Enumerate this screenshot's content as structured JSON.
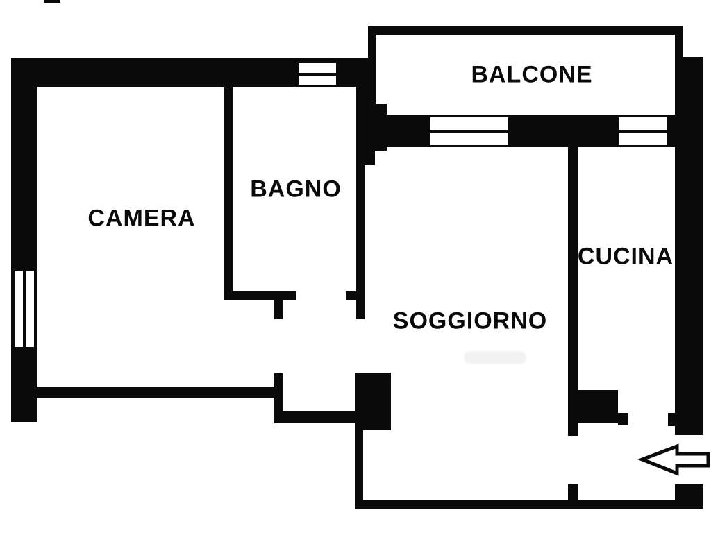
{
  "plan": {
    "title": "apartment-floor-plan",
    "rooms": {
      "camera": {
        "label": "CAMERA"
      },
      "bagno": {
        "label": "BAGNO"
      },
      "balcone": {
        "label": "BALCONE"
      },
      "cucina": {
        "label": "CUCINA"
      },
      "soggiorno": {
        "label": "SOGGIORNO"
      }
    },
    "icons": {
      "entrance_arrow": "left-arrow-entrance-indicator"
    },
    "colors": {
      "wall": "#0a0a0a",
      "background": "#ffffff"
    },
    "features": {
      "windows": [
        "top-wall-window",
        "left-wall-window",
        "balcony-window-a",
        "balcony-window-b"
      ],
      "entrance": "opening-in-right-wall-bottom"
    }
  }
}
